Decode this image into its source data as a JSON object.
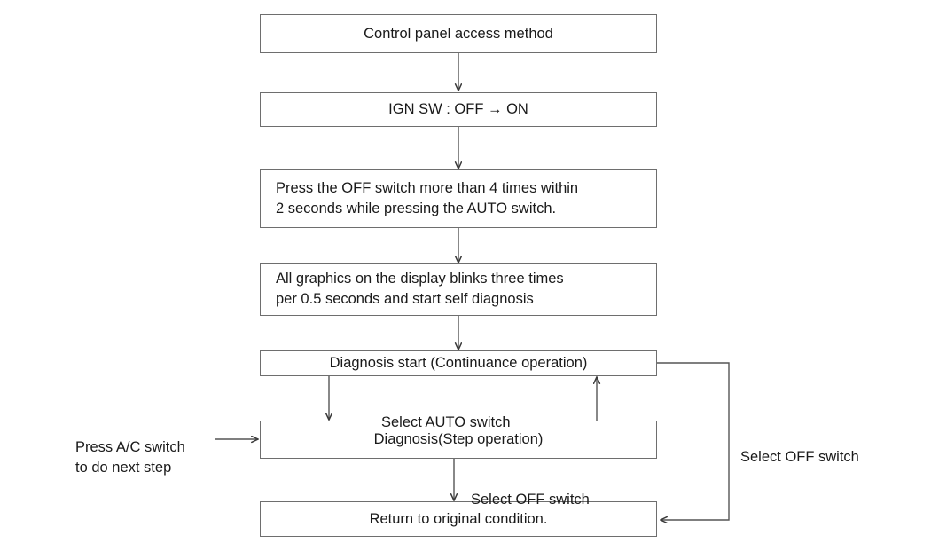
{
  "diagram": {
    "type": "flowchart",
    "title": "Control panel access method",
    "background_color": "#ffffff",
    "line_color": "#6e6e6e",
    "text_color": "#1a1a1a",
    "nodes": [
      {
        "id": "n1",
        "label": "Control panel access method",
        "align": "center"
      },
      {
        "id": "n2",
        "label": "IGN SW : OFF → ON",
        "align": "center"
      },
      {
        "id": "n3",
        "label": "Press the OFF switch more than 4 times within\n2 seconds while pressing the AUTO switch.",
        "align": "left"
      },
      {
        "id": "n4",
        "label": "All graphics on the display blinks three times\nper 0.5 seconds and start self diagnosis",
        "align": "left"
      },
      {
        "id": "n5",
        "label": "Diagnosis start (Continuance operation)",
        "align": "center"
      },
      {
        "id": "n6",
        "label": "Diagnosis(Step operation)",
        "align": "center"
      },
      {
        "id": "n7",
        "label": "Return to original condition.",
        "align": "center"
      }
    ],
    "edge_labels": [
      {
        "id": "e1",
        "text": "Select AUTO switch"
      },
      {
        "id": "e2",
        "text": "Select OFF switch"
      },
      {
        "id": "e3",
        "text": "Select OFF switch"
      },
      {
        "id": "e4",
        "text": "Press A/C switch\nto do next step"
      }
    ]
  }
}
